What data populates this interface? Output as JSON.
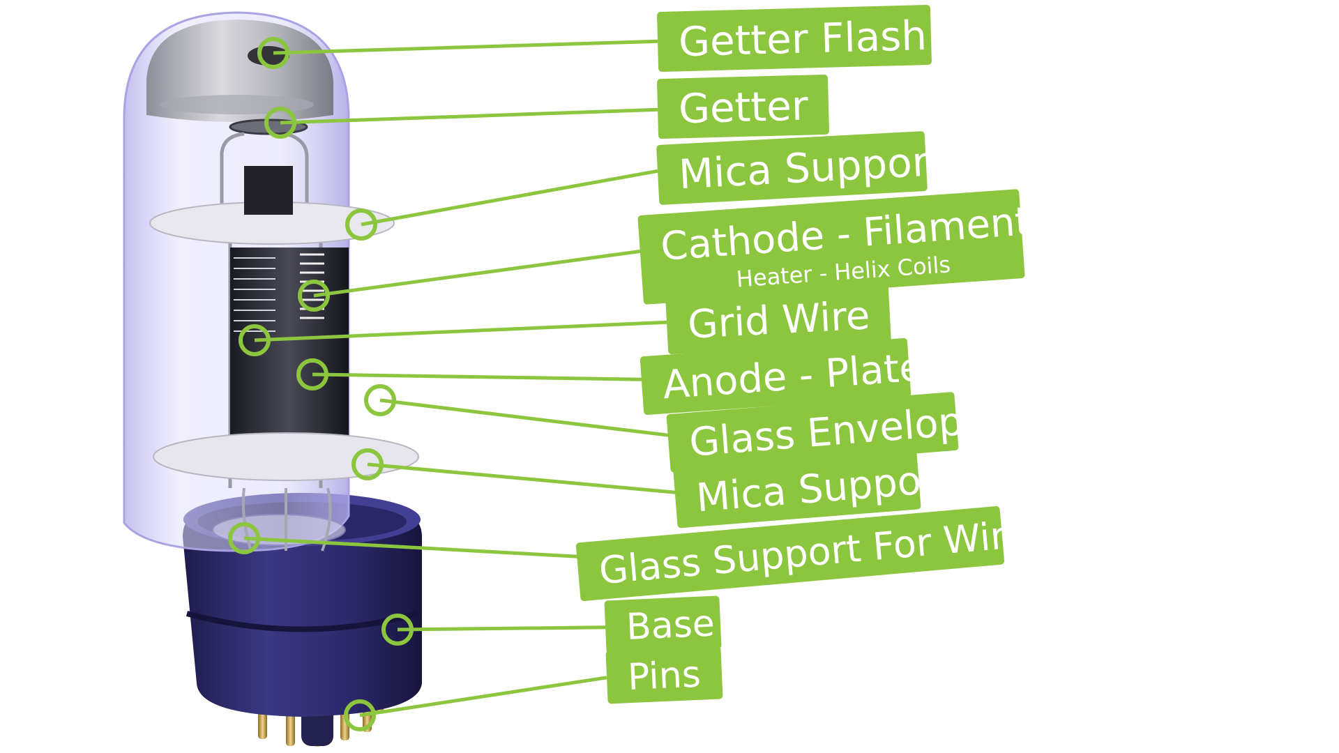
{
  "colors": {
    "accent": "#8cc63f",
    "label_text": "#ffffff",
    "glass": "#c9c6f0",
    "base": "#2d2a6b",
    "pins": "#c8a24a"
  },
  "labels": [
    {
      "id": "getter-flash",
      "text": "Getter Flash"
    },
    {
      "id": "getter",
      "text": "Getter"
    },
    {
      "id": "mica-support-top",
      "text": "Mica Support"
    },
    {
      "id": "cathode-filament",
      "text": "Cathode - Filament",
      "subtext": "Heater - Helix Coils"
    },
    {
      "id": "grid-wire",
      "text": "Grid Wire"
    },
    {
      "id": "anode-plate",
      "text": "Anode - Plate"
    },
    {
      "id": "glass-envelope",
      "text": "Glass Envelope"
    },
    {
      "id": "mica-support-bottom",
      "text": "Mica Support"
    },
    {
      "id": "glass-support-for-wire",
      "text": "Glass Support For Wire"
    },
    {
      "id": "base",
      "text": "Base"
    },
    {
      "id": "pins",
      "text": "Pins"
    }
  ]
}
